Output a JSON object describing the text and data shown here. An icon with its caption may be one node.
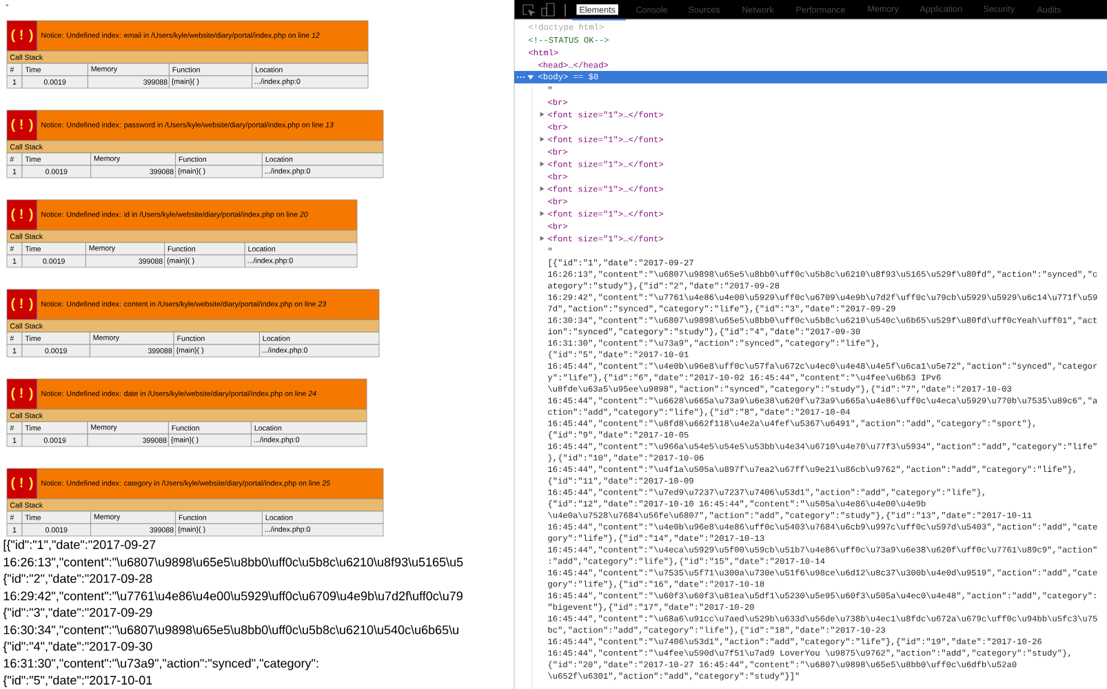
{
  "diagram": {
    "labels": [
      "\"",
      "( ! )",
      "Notice: Undefined index: email in /Users/kyle/website/diary/portal/index.php on line *12*",
      "Call Stack",
      "#",
      "Time",
      "Memory",
      "Function",
      "Location",
      "1",
      "0.0019",
      "399088",
      "{main}( )",
      ".../index.php:0",
      "( ! )",
      "Notice: Undefined index: password in /Users/kyle/website/diary/portal/index.php on line *13*",
      "Call Stack",
      "#",
      "Time",
      "Memory",
      "Function",
      "Location",
      "1",
      "0.0019",
      "399088",
      "{main}( )",
      ".../index.php:0",
      "( ! )",
      "Notice: Undefined index: id in /Users/kyle/website/diary/portal/index.php on line *20*",
      "Call Stack",
      "#",
      "Time",
      "Memory",
      "Function",
      "Location",
      "1",
      "0.0019",
      "399088",
      "{main}( )",
      ".../index.php:0",
      "( ! )",
      "Notice: Undefined index: content in /Users/kyle/website/diary/portal/index.php on line *23*",
      "Call Stack",
      "#",
      "Time",
      "Memory",
      "Function",
      "Location",
      "1",
      "0.0019",
      "399088",
      "{main}( )",
      ".../index.php:0",
      "( ! )",
      "Notice: Undefined index: date in /Users/kyle/website/diary/portal/index.php on line *24*",
      "Call Stack",
      "#",
      "Time",
      "Memory",
      "Function",
      "Location",
      "1",
      "0.0019",
      "399088",
      "{main}( )",
      ".../index.php:0",
      "( ! )",
      "Notice: Undefined index: category in /Users/kyle/website/diary/portal/index.php on line *25*",
      "Call Stack",
      "#",
      "Time",
      "Memory",
      "Function",
      "Location",
      "1",
      "0.0019",
      "399088",
      "{main}( )",
      ".../index.php:0",
      "[{\"id\":\"1\",\"date\":\"2017-09-27",
      "16:26:13\",\"content\":\"\\u6807\\u9898\\u65e5\\u8bb0\\uff0c\\u5b8c\\u6210\\u8f93\\u5165\\u5",
      "{\"id\":\"2\",\"date\":\"2017-09-28",
      "16:29:42\",\"content\":\"\\u7761\\u4e86\\u4e00\\u5929\\uff0c\\u6709\\u4e9b\\u7d2f\\uff0c\\u79",
      "{\"id\":\"3\",\"date\":\"2017-09-29",
      "16:30:34\",\"content\":\"\\u6807\\u9898\\u65e5\\u8bb0\\uff0c\\u5b8c\\u6210\\u540c\\u6b65\\u",
      "{\"id\":\"4\",\"date\":\"2017-09-30",
      "16:31:30\",\"content\":\"\\u73a9\",\"action\":\"synced\",\"category\":",
      "{\"id\":\"5\",\"date\":\"2017-10-01",
      "Elements",
      "Console",
      "Sources",
      "Network",
      "Performance",
      "Memory",
      "Application",
      "Security",
      "Audits",
      "<!doctype html>",
      "<!--STATUS OK-->",
      "<html>",
      "<head>…</head>",
      "<body> == $0",
      "\"",
      "<br>",
      "<font size=\"1\">…</font>",
      "<br>",
      "<font size=\"1\">…</font>",
      "<br>",
      "<font size=\"1\">…</font>",
      "<br>",
      "<font size=\"1\">…</font>",
      "<br>",
      "<font size=\"1\">…</font>",
      "<br>",
      "<font size=\"1\">…</font>",
      "\"",
      "[{\"id\":\"1\",\"date\":\"2017-09-27",
      "16:26:13\",\"content\":\"\\u6807\\u9898\\u65e5\\u8bb0\\uff0c\\u5b8c\\u6210\\u8f93\\u5165\\u529f\\u80fd\",\"action\":\"synced\",\"c",
      "ategory\":\"study\"},{\"id\":\"2\",\"date\":\"2017-09-28",
      "16:29:42\",\"content\":\"\\u7761\\u4e86\\u4e00\\u5929\\uff0c\\u6709\\u4e9b\\u7d2f\\uff0c\\u79cb\\u5929\\u5929\\u6c14\\u771f\\u59",
      "7d\",\"action\":\"synced\",\"category\":\"life\"},{\"id\":\"3\",\"date\":\"2017-09-29",
      "16:30:34\",\"content\":\"\\u6807\\u9898\\u65e5\\u8bb0\\uff0c\\u5b8c\\u6210\\u540c\\u6b65\\u529f\\u80fd\\uff0cYeah\\uff01\",\"act",
      "ion\":\"synced\",\"category\":\"study\"},{\"id\":\"4\",\"date\":\"2017-09-30",
      "16:31:30\",\"content\":\"\\u73a9\",\"action\":\"synced\",\"category\":\"life\"},",
      "{\"id\":\"5\",\"date\":\"2017-10-01",
      "16:45:44\",\"content\":\"\\u4e0b\\u96e8\\uff0c\\u57fa\\u672c\\u4ec0\\u4e48\\u4e5f\\u6ca1\\u5e72\",\"action\":\"synced\",\"categor",
      "y\":\"life\"},{\"id\":\"6\",\"date\":\"2017-10-02 16:45:44\",\"content\":\"\\u4fee\\u6b63 IPv6",
      "\\u8fde\\u63a5\\u95ee\\u9898\",\"action\":\"synced\",\"category\":\"study\"},{\"id\":\"7\",\"date\":\"2017-10-03",
      "16:45:44\",\"content\":\"\\u6628\\u665a\\u73a9\\u6e38\\u620f\\u73a9\\u665a\\u4e86\\uff0c\\u4eca\\u5929\\u770b\\u7535\\u89c6\",\"a",
      "ction\":\"add\",\"category\":\"life\"},{\"id\":\"8\",\"date\":\"2017-10-04",
      "16:45:44\",\"content\":\"\\u8fd8\\u662f118\\u4e2a\\u4fef\\u5367\\u6491\",\"action\":\"add\",\"category\":\"sport\"},",
      "{\"id\":\"9\",\"date\":\"2017-10-05",
      "16:45:44\",\"content\":\"\\u966a\\u54e5\\u54e5\\u53bb\\u4e34\\u6710\\u4e70\\u77f3\\u5934\",\"action\":\"add\",\"category\":\"life\"",
      "},{\"id\":\"10\",\"date\":\"2017-10-06",
      "16:45:44\",\"content\":\"\\u4f1a\\u505a\\u897f\\u7ea2\\u67ff\\u9e21\\u86cb\\u9762\",\"action\":\"add\",\"category\":\"life\"},",
      "{\"id\":\"11\",\"date\":\"2017-10-09",
      "16:45:44\",\"content\":\"\\u7ed9\\u7237\\u7237\\u7406\\u53d1\",\"action\":\"add\",\"category\":\"life\"},",
      "{\"id\":\"12\",\"date\":\"2017-10-10 16:45:44\",\"content\":\"\\u505a\\u4e86\\u4e00\\u4e9b",
      "\\u4e0a\\u7528\\u7684\\u56fe\\u6807\",\"action\":\"add\",\"category\":\"study\"},{\"id\":\"13\",\"date\":\"2017-10-11",
      "16:45:44\",\"content\":\"\\u4e0b\\u96e8\\u4e86\\uff0c\\u5403\\u7684\\u6cb9\\u997c\\uff0c\\u597d\\u5403\",\"action\":\"add\",\"cate",
      "gory\":\"life\"},{\"id\":\"14\",\"date\":\"2017-10-13",
      "16:45:44\",\"content\":\"\\u4eca\\u5929\\u5f00\\u59cb\\u51b7\\u4e86\\uff0c\\u73a9\\u6e38\\u620f\\uff0c\\u7761\\u89c9\",\"action\"",
      ":\"add\",\"category\":\"life\"},{\"id\":\"15\",\"date\":\"2017-10-14",
      "16:45:44\",\"content\":\"\\u7535\\u5f71\\u300a\\u730e\\u51f6\\u98ce\\u6d12\\u8c37\\u300b\\u4e0d\\u9519\",\"action\":\"add\",\"cate",
      "gory\":\"life\"},{\"id\":\"16\",\"date\":\"2017-10-18",
      "16:45:44\",\"content\":\"\\u60f3\\u60f3\\u81ea\\u5df1\\u5230\\u5e95\\u60f3\\u505a\\u4ec0\\u4e48\",\"action\":\"add\",\"category\":",
      "\"bigevent\"},{\"id\":\"17\",\"date\":\"2017-10-20",
      "16:45:44\",\"content\":\"\\u68a6\\u91cc\\u7aed\\u529b\\u633d\\u56de\\u738b\\u4ec1\\u8fdc\\u672a\\u679c\\uff0c\\u94bb\\u5fc3\\u75",
      "bc\",\"action\":\"add\",\"category\":\"life\"},{\"id\":\"18\",\"date\":\"2017-10-23",
      "16:45:44\",\"content\":\"\\u7406\\u53d1\",\"action\":\"add\",\"category\":\"life\"},{\"id\":\"19\",\"date\":\"2017-10-26",
      "16:45:44\",\"content\":\"\\u4fee\\u590d\\u7f51\\u7ad9 LoverYou \\u9875\\u9762\",\"action\":\"add\",\"category\":\"study\"},",
      "{\"id\":\"20\",\"date\":\"2017-10-27 16:45:44\",\"content\":\"\\u6807\\u9898\\u65e5\\u8bb0\\uff0c\\u6dfb\\u52a0",
      "\\u652f\\u6301\",\"action\":\"add\",\"category\":\"study\"}]\""
    ]
  }
}
